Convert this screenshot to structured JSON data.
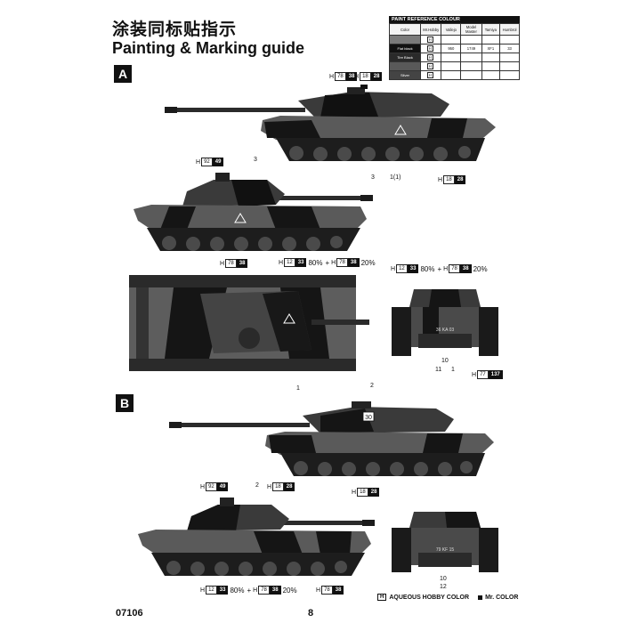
{
  "header": {
    "title_cn": "涂装同标贴指示",
    "title_en": "Painting & Marking guide"
  },
  "paint_table": {
    "caption": "PAINT REFERENCE COLOUR",
    "headers": [
      "Color",
      "Mr.Hobby",
      "Vallejo",
      "Model Master",
      "Tamiya",
      "Humbrol"
    ],
    "rows": [
      {
        "color": "",
        "swatch": "#7a7a7a",
        "h_box": "H",
        "h_num": "",
        "vallejo": "",
        "model_master": "",
        "tamiya": "",
        "humbrol": ""
      },
      {
        "color": "Flat black",
        "swatch": "#111111",
        "h_box": "H",
        "h_num": "",
        "vallejo": "950",
        "model_master": "1749",
        "tamiya": "XF1",
        "humbrol": "33"
      },
      {
        "color": "Tire Black",
        "swatch": "#2a2a2a",
        "h_box": "H",
        "h_num": "",
        "vallejo": "",
        "model_master": "",
        "tamiya": "",
        "humbrol": ""
      },
      {
        "color": "",
        "swatch": "#595959",
        "h_box": "H",
        "h_num": "",
        "vallejo": "",
        "model_master": "",
        "tamiya": "",
        "humbrol": ""
      },
      {
        "color": "Silver",
        "swatch": "#444444",
        "h_box": "H",
        "h_num": "",
        "vallejo": "",
        "model_master": "",
        "tamiya": "",
        "humbrol": ""
      }
    ]
  },
  "sections": {
    "a": "A",
    "b": "B"
  },
  "callouts": {
    "a_top_turret": {
      "h": "H",
      "box": "78",
      "num": "38"
    },
    "a_top_turret2": {
      "h": "H",
      "box": "18",
      "num": "28"
    },
    "a_side_left": {
      "h": "H",
      "box": "92",
      "num": "49"
    },
    "a_side_right_track": {
      "h": "H",
      "box": "18",
      "num": "28"
    },
    "a_lower_side": {
      "h": "H",
      "box": "78",
      "num": "38"
    },
    "a_mix": {
      "h1": "H",
      "box1": "12",
      "num1": "33",
      "pct1": "80%",
      "plus": "+",
      "h2": "H",
      "box2": "78",
      "num2": "38",
      "pct2": "20%"
    },
    "a_front_mix": {
      "h1": "H",
      "box1": "12",
      "num1": "33",
      "pct1": "80%",
      "plus": "+",
      "h2": "H",
      "box2": "78",
      "num2": "38",
      "pct2": "20%"
    },
    "a_front_lower": {
      "h": "H",
      "box": "77",
      "num": "137"
    },
    "b_side_track": {
      "h": "H",
      "box": "18",
      "num": "28"
    },
    "b_left1": {
      "h": "H",
      "box": "92",
      "num": "49"
    },
    "b_left2": {
      "h": "H",
      "box": "18",
      "num": "28"
    },
    "b_mix": {
      "h1": "H",
      "box1": "12",
      "num1": "33",
      "pct1": "80%",
      "plus": "+",
      "h2": "H",
      "box2": "78",
      "num2": "38",
      "pct2": "20%"
    },
    "b_bottom_single": {
      "h": "H",
      "box": "78",
      "num": "38"
    }
  },
  "numbers": {
    "a_side_3": "3",
    "a_top_3": "3",
    "a_top_11": "1(1)",
    "a_plan_1": "1",
    "a_front_10": "10",
    "a_front_11": "11",
    "a_front_1": "1",
    "b_side_2": "2",
    "b_left_2": "2",
    "b_front_10": "10",
    "b_front_12": "12"
  },
  "markings": {
    "a_front_plate": "36 KA 03",
    "b_front_plate": "79 KF 15",
    "b_turret_number": "30"
  },
  "legend": {
    "hobby_icon": "H",
    "hobby_label": "AQUEOUS HOBBY COLOR",
    "mr_label": "Mr. COLOR"
  },
  "footer": {
    "code": "07106",
    "page": "8"
  }
}
